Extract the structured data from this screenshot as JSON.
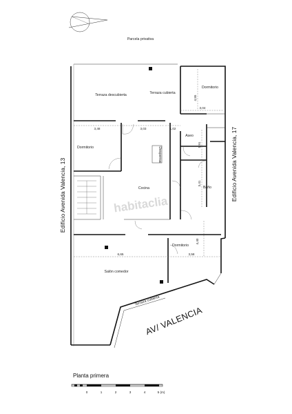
{
  "title": "Planta primera",
  "parcel_label": "Parcela privativa",
  "street_label": "AV/ VALENCIA",
  "neighbor_left": "Edificio Avenida Valencia, 13",
  "neighbor_right": "Edificio Avenida Valencia, 17",
  "watermark": "habitaclia",
  "north_icon": "compass-icon",
  "rooms": {
    "terraza_descubierta": "Terraza descubierta",
    "terraza_cubierta_top": "Terraza cubierta",
    "dormitorio_top_right": "Dormitorio",
    "dormitorio_left": "Dormitorio",
    "despensa": "Despensa",
    "cocina": "Cocina",
    "aseo": "Aseo",
    "bano": "Baño",
    "dormitorio_bottom": "Dormitorio",
    "salon_comedor": "Salón comedor",
    "terraza_cubierta_bottom": "Terraza cubierta"
  },
  "dimensions": {
    "d_348": "3,48",
    "d_303": "3,03",
    "d_102": "1,02",
    "d_455": "4,55",
    "d_304": "3,04",
    "d_191": "1,91",
    "d_341": "3,41",
    "d_440": "4,40",
    "d_665": "6,65",
    "d_358": "3,58"
  },
  "scale": {
    "ticks": [
      "0",
      "1",
      "2",
      "3",
      "4",
      "5 (m)"
    ]
  }
}
